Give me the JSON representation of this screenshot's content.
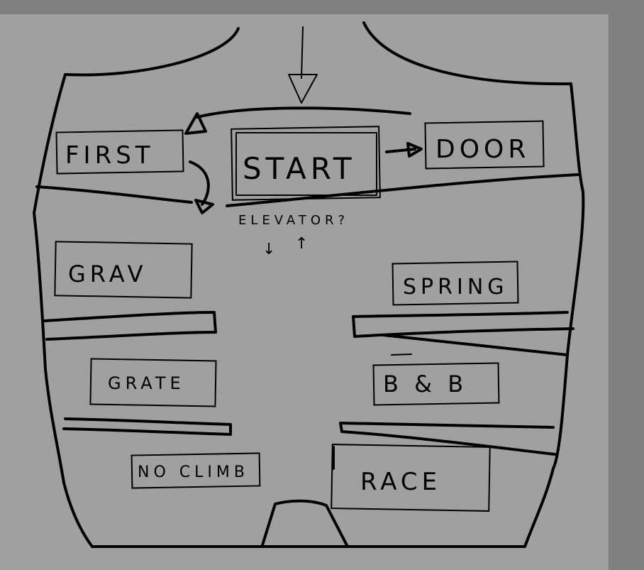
{
  "labels": {
    "first": "FIRST",
    "start": "START",
    "door": "DOOR",
    "elevator": "ELEVATOR?",
    "elevator_down": "↓",
    "elevator_up": "↑",
    "grav": "GRAV",
    "spring": "SPRING",
    "grate": "GRATE",
    "b_and_b": "B & B",
    "no_climb": "NO CLIMB",
    "race": "RACE"
  }
}
